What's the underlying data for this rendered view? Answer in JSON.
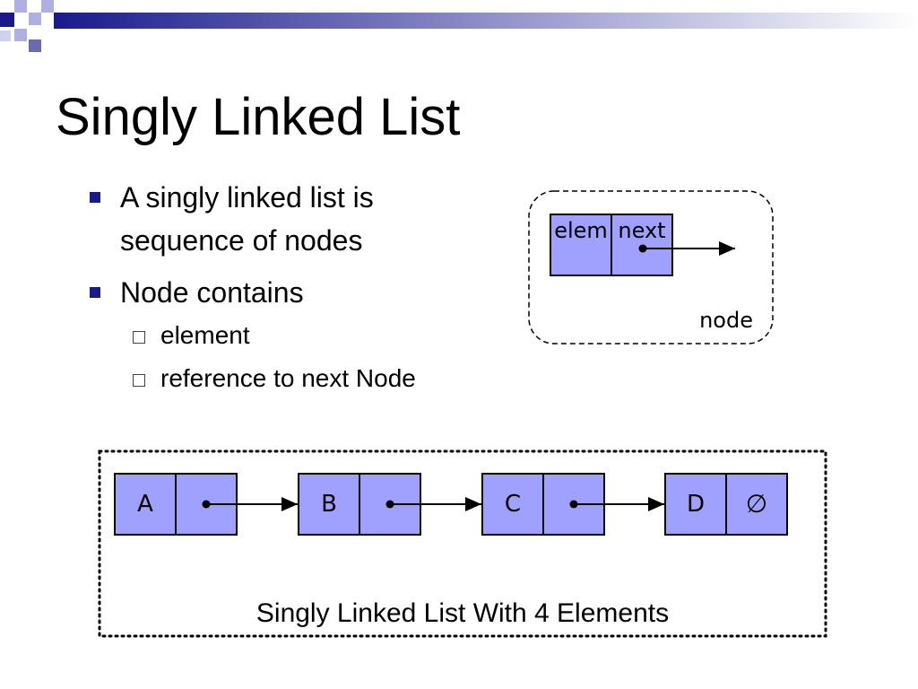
{
  "slide": {
    "title": "Singly Linked List",
    "bullets": [
      {
        "text_line1": "A singly linked list is",
        "text_line2": "sequence of nodes"
      },
      {
        "text": "Node contains"
      }
    ],
    "sub_bullets": [
      "element",
      "reference to next Node"
    ]
  },
  "node_diagram": {
    "field_elem": "elem",
    "field_next": "next",
    "caption": "node"
  },
  "list_diagram": {
    "nodes": [
      "A",
      "B",
      "C",
      "D"
    ],
    "null_symbol": "∅",
    "caption": "Singly Linked List With 4 Elements"
  },
  "colors": {
    "node_fill": "#a0a0ff",
    "bullet_accent": "#1a1a8c",
    "decor_dark": "#1a1a8c",
    "decor_light": "#b0b0e0"
  }
}
